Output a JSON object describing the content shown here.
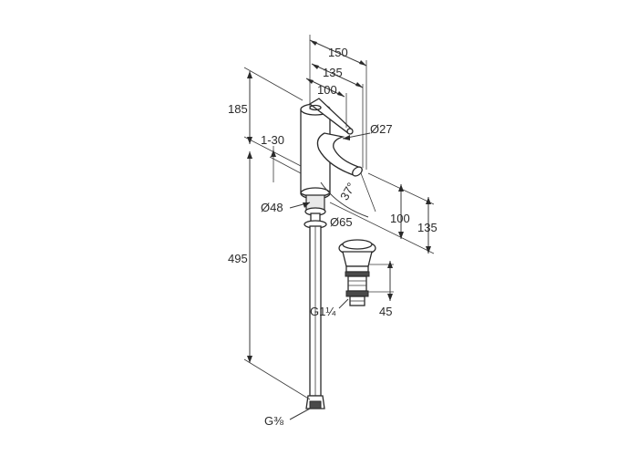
{
  "dimensions": {
    "width_150": "150",
    "width_135": "135",
    "width_100": "100",
    "height_185": "185",
    "dia_27": "Ø27",
    "tol_1_30": "1-30",
    "angle_37": "37°",
    "dia_48": "Ø48",
    "reach_100": "100",
    "reach_135": "135",
    "dia_65": "Ø65",
    "height_495": "495",
    "waste_45": "45",
    "thread_waste": "G1¼",
    "thread_supply": "G⅜"
  }
}
